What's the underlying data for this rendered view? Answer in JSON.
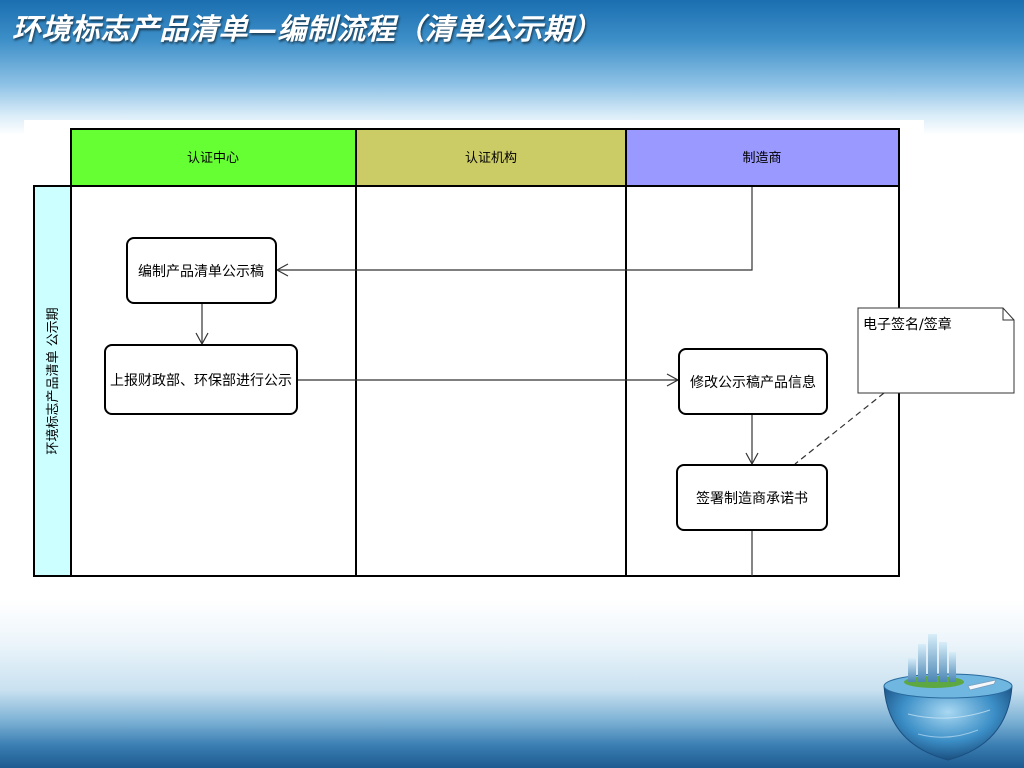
{
  "slide": {
    "title": "环境标志产品清单—编制流程（清单公示期）"
  },
  "swimlanes": {
    "columns": [
      {
        "label": "认证中心",
        "color": "#66ff33"
      },
      {
        "label": "认证机构",
        "color": "#cccc66"
      },
      {
        "label": "制造商",
        "color": "#9999ff"
      }
    ],
    "row_label": "环境标志产品清单 公示期",
    "row_label_color": "#ccffff"
  },
  "boxes": {
    "compile_draft": "编制产品清单公示稿",
    "report_publicize": "上报财政部、环保部进行公示",
    "modify_info": "修改公示稿产品信息",
    "sign_commitment": "签署制造商承诺书"
  },
  "note": {
    "text": "电子签名/签章"
  }
}
